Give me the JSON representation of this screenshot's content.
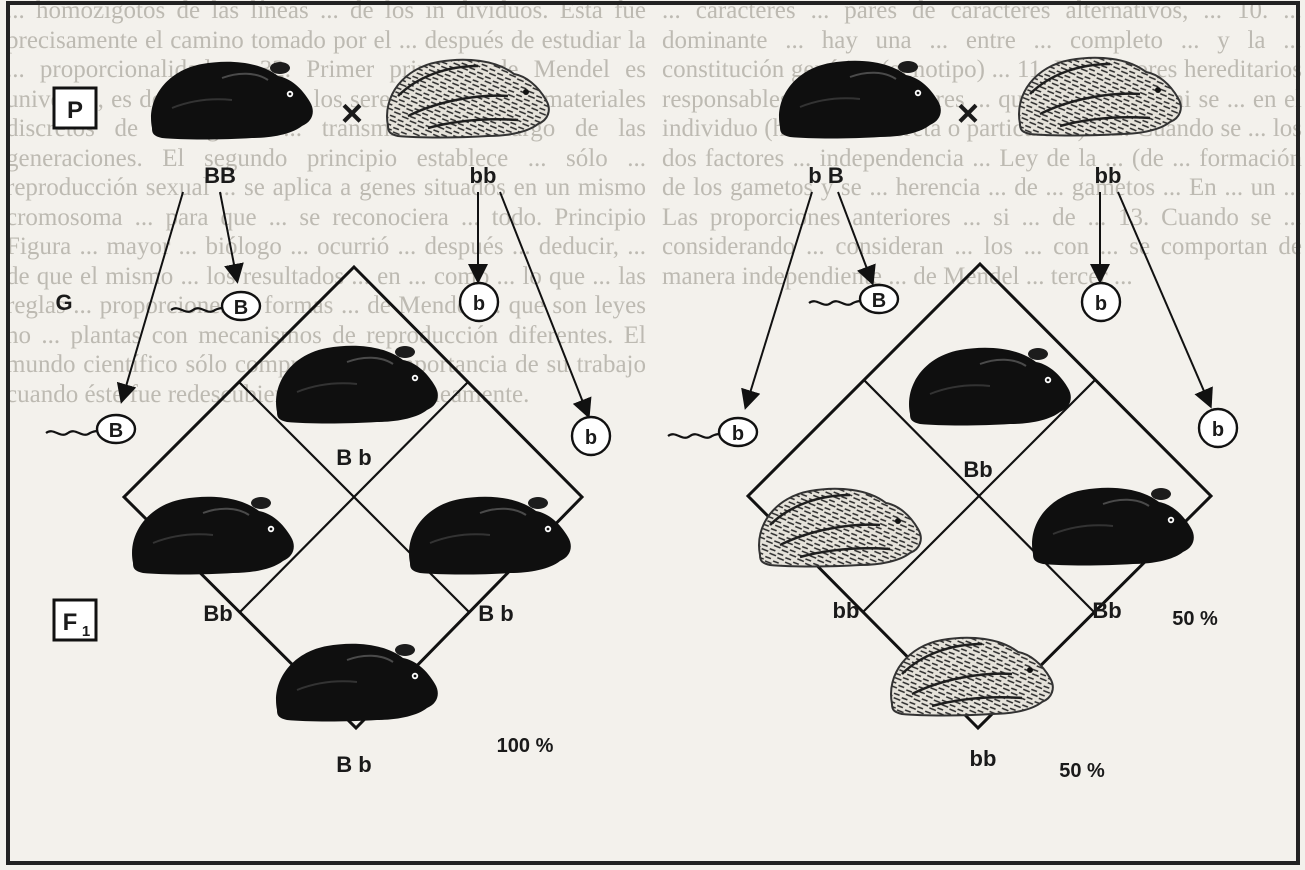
{
  "left_panel": {
    "parent_generation_label": "P",
    "cross_symbol": "×",
    "parent1_genotype": "BB",
    "parent2_genotype": "bb",
    "gametes_label": "G",
    "gamete_top": "B",
    "gamete_right": "b",
    "gamete_left": "B",
    "gamete_bottom_right": "b",
    "f1_label": "F",
    "f1_subscript": "1",
    "cell_top": "B b",
    "cell_left": "Bb",
    "cell_right": "B b",
    "cell_bottom": "B b",
    "percent": "100 %"
  },
  "right_panel": {
    "cross_symbol": "×",
    "parent1_genotype": "b B",
    "parent2_genotype": "bb",
    "gamete_top": "B",
    "gamete_right": "b",
    "gamete_left": "b",
    "gamete_bottom_right": "b",
    "cell_top": "Bb",
    "cell_left": "bb",
    "cell_right": "Bb",
    "cell_bottom": "bb",
    "percent_right": "50 %",
    "percent_bottom": "50 %"
  },
  "background_text": {
    "col1": "... homozigotos de las líneas ... de los in dividuos. Esta fue precisamente el camino tomado por el ... después de estudiar la ... proporcionalidad ... 32. Primer principio de Mendel es universal, es decir, para todos los seres complejos ... materiales discretos de los genes ... transmite a lo largo de las generaciones. El segundo principio establece ... sólo ... reproducción sexual ... se aplica a genes situados en un mismo cromosoma ... para que ... se reconociera ... todo. Principio Figura ... mayor ... biólogo ... ocurrió ... después ... deducir, ... de que el mismo ... los resultados ... en ... como ... lo que ... las reglas ... proporciones ... formas ... de Mendel ... que son leyes no ... plantas con mecanismos de reproducción diferentes. El mundo científico sólo comprendió la importancia de su trabajo cuando éste fue redescubierto casi simultáneamente.",
    "col2": "... caracteres ... pares de caracteres alternativos, ... 10. ... dominante ... hay una ... entre ... completo ... y la ... constitución genética (genotipo) ... 11. Los factores hereditarios responsables de los caracteres ... que ... se alteran ni se ... en el individuo (herencia discreta o particulada). 12. Cuando se ... los dos factores ... independencia ... Ley de la ... (de ... formación de los gametos y se ... herencia ... de ... gametos ... En ... un ... Las proporciones anteriores ... si ... de ... 13. Cuando se ... considerando ... consideran ... los ... con ... se comportan de manera independiente ... de Mendel ... tercer ..."
  }
}
